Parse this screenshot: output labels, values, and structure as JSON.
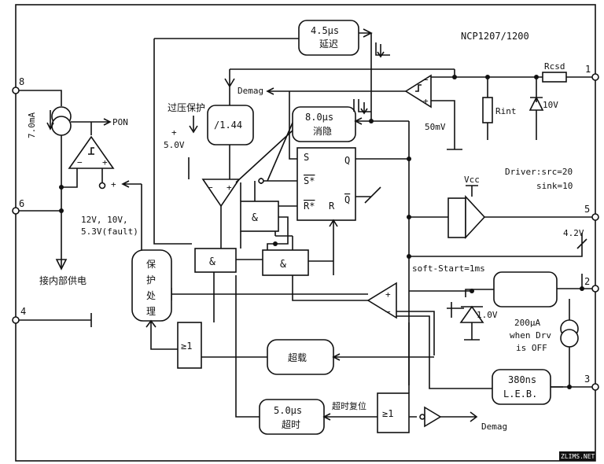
{
  "title": "NCP1207/1200",
  "pins": {
    "p1": "1",
    "p2": "2",
    "p3": "3",
    "p4": "4",
    "p5": "5",
    "p6": "6",
    "p8": "8"
  },
  "blocks": {
    "delay_45": [
      "4.5μs",
      "延迟"
    ],
    "blank_8": [
      "8.0μs",
      "消隐"
    ],
    "div_144": "/1.44",
    "protect": [
      "保",
      "护",
      "处",
      "理"
    ],
    "overload": "超载",
    "timeout_5": [
      "5.0μs",
      "超时"
    ],
    "leb": [
      "380ns",
      "L.E.B."
    ]
  },
  "labels": {
    "current_7ma": "7.0mA",
    "pon": "PON",
    "ovp": "过压保护",
    "v5": "5.0V",
    "demag_top": "Demag",
    "demag_bottom": "Demag",
    "mv50": "50mV",
    "rint": "Rint",
    "rcsd": "Rcsd",
    "zener10": "10V",
    "vcc": "Vcc",
    "driver1": "Driver:src=20",
    "driver2": "sink=10",
    "v42": "4.2V",
    "softstart": "soft-Start=1ms",
    "v10": "1.0V",
    "i200": [
      "200μA",
      "when Drv",
      "is OFF"
    ],
    "uvlo": [
      "12V, 10V,",
      "5.3V(fault)"
    ],
    "internal": "接内部供电",
    "timeout_reset": "超时复位",
    "plus": "+",
    "minus": "−",
    "ff_s": "S",
    "ff_q": "Q",
    "ff_sstar": "S*",
    "ff_rstar": "R*",
    "ff_r": "R",
    "ff_qbar": "Q",
    "and": "&",
    "or": "≥1",
    "watermark": "ZLIMS.NET"
  }
}
